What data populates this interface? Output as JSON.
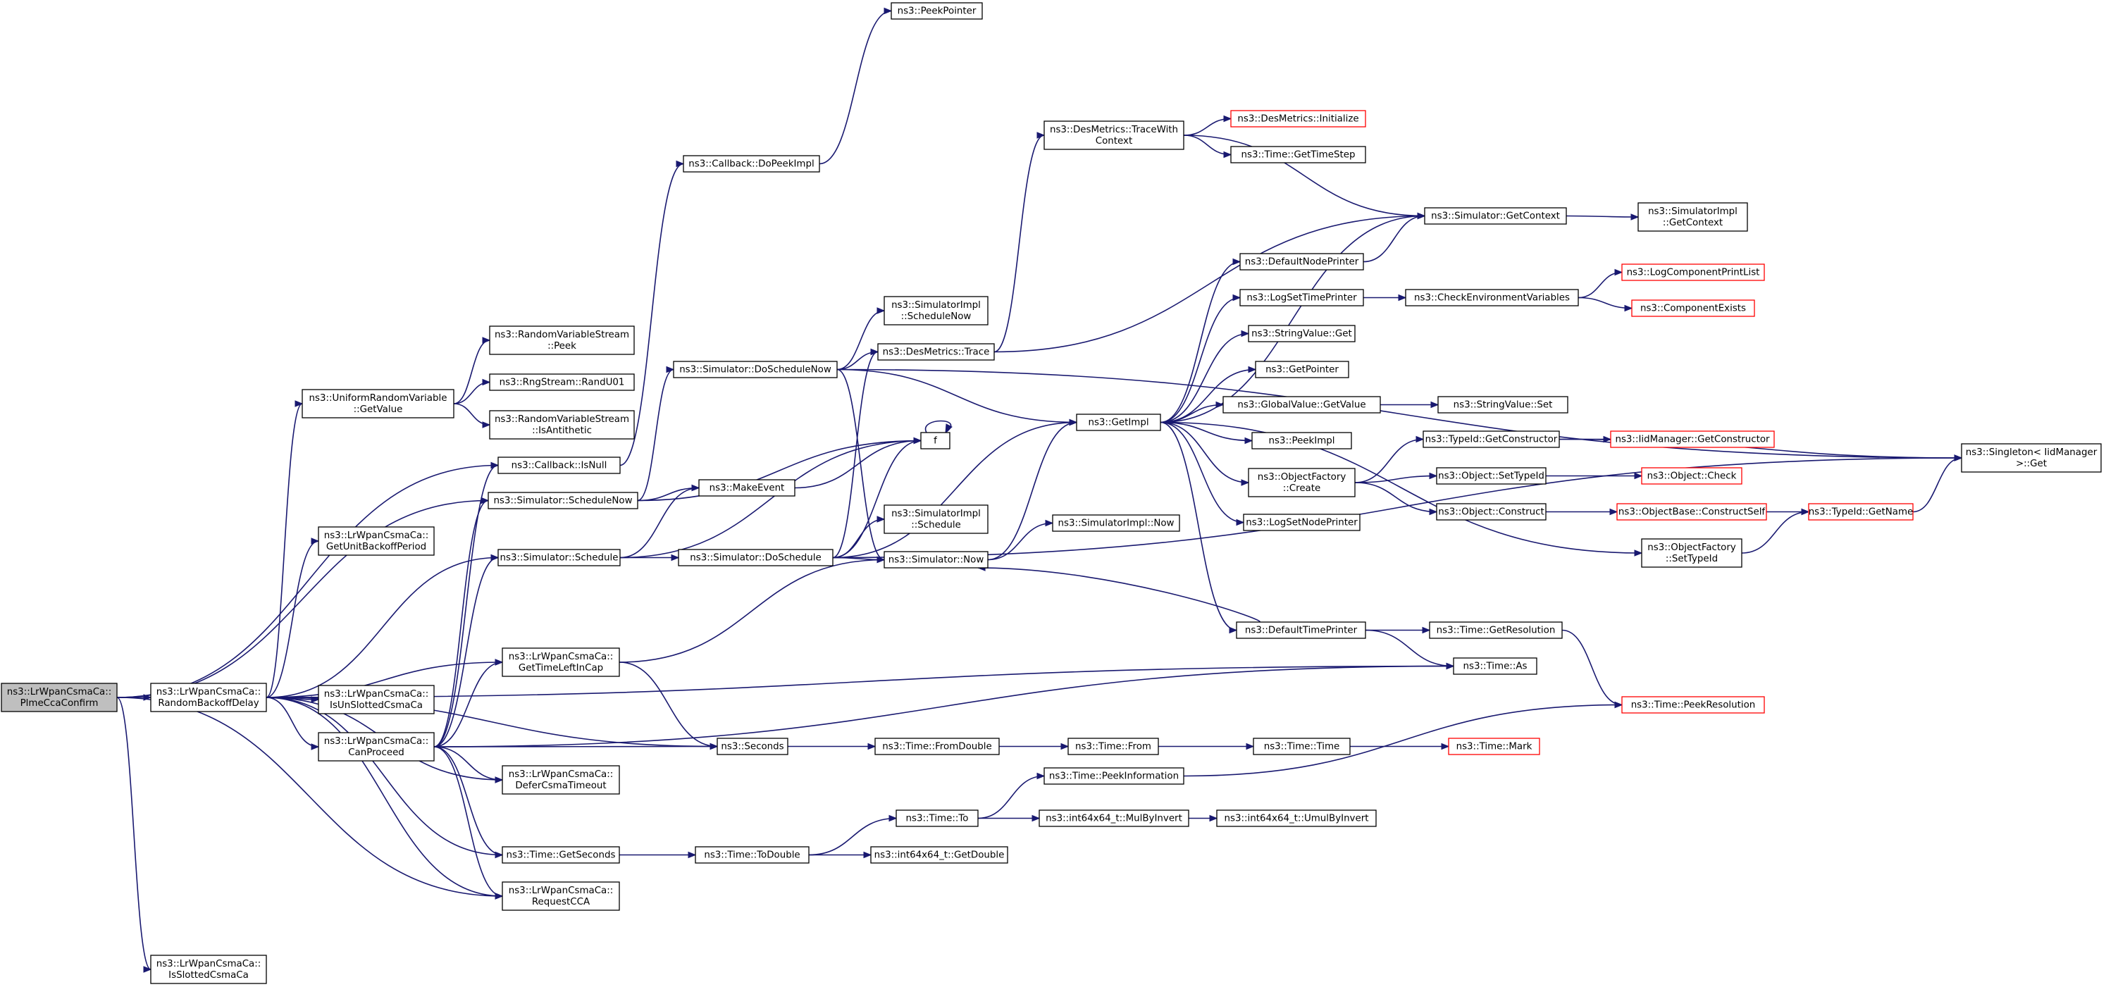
{
  "diagram": {
    "type": "call-graph",
    "colors": {
      "edge": "#191970",
      "node_border": "#000000",
      "truncated_border": "#ff0000",
      "root_fill": "#bfbfbf",
      "background": "#ffffff"
    },
    "nodes": {
      "n0": {
        "lines": [
          "ns3::LrWpanCsmaCa::",
          "PlmeCcaConfirm"
        ],
        "root": true
      },
      "n1": {
        "lines": [
          "ns3::LrWpanCsmaCa::",
          "RandomBackoffDelay"
        ]
      },
      "n2": {
        "lines": [
          "ns3::LrWpanCsmaCa::",
          "IsSlottedCsmaCa"
        ]
      },
      "n3": {
        "lines": [
          "ns3::UniformRandomVariable",
          "::GetValue"
        ]
      },
      "n4": {
        "lines": [
          "ns3::RandomVariableStream",
          "::Peek"
        ]
      },
      "n5": {
        "lines": [
          "ns3::RngStream::RandU01"
        ]
      },
      "n6": {
        "lines": [
          "ns3::RandomVariableStream",
          "::IsAntithetic"
        ]
      },
      "n7": {
        "lines": [
          "ns3::Callback::IsNull"
        ]
      },
      "n8": {
        "lines": [
          "ns3::Callback::DoPeekImpl"
        ]
      },
      "n9": {
        "lines": [
          "ns3::PeekPointer"
        ]
      },
      "n10": {
        "lines": [
          "ns3::Simulator::ScheduleNow"
        ]
      },
      "n11": {
        "lines": [
          "ns3::Simulator::DoScheduleNow"
        ]
      },
      "n12": {
        "lines": [
          "ns3::SimulatorImpl",
          "::ScheduleNow"
        ]
      },
      "n13": {
        "lines": [
          "ns3::DesMetrics::Trace"
        ]
      },
      "n14": {
        "lines": [
          "ns3::DesMetrics::TraceWith",
          "Context"
        ]
      },
      "n15": {
        "lines": [
          "ns3::DesMetrics::Initialize"
        ],
        "truncated": true
      },
      "n16": {
        "lines": [
          "ns3::Time::GetTimeStep"
        ]
      },
      "n17": {
        "lines": [
          "ns3::Simulator::GetContext"
        ]
      },
      "n18": {
        "lines": [
          "ns3::SimulatorImpl",
          "::GetContext"
        ]
      },
      "n19": {
        "lines": [
          "ns3::GetImpl"
        ]
      },
      "n20": {
        "lines": [
          "ns3::DefaultNodePrinter"
        ]
      },
      "n21": {
        "lines": [
          "ns3::LogSetTimePrinter"
        ]
      },
      "n22": {
        "lines": [
          "ns3::CheckEnvironmentVariables"
        ]
      },
      "n23": {
        "lines": [
          "ns3::LogComponentPrintList"
        ],
        "truncated": true
      },
      "n24": {
        "lines": [
          "ns3::ComponentExists"
        ],
        "truncated": true
      },
      "n25": {
        "lines": [
          "ns3::StringValue::Get"
        ]
      },
      "n26": {
        "lines": [
          "ns3::GetPointer"
        ]
      },
      "n27": {
        "lines": [
          "ns3::GlobalValue::GetValue"
        ]
      },
      "n28": {
        "lines": [
          "ns3::StringValue::Set"
        ]
      },
      "n29": {
        "lines": [
          "ns3::PeekImpl"
        ]
      },
      "n30": {
        "lines": [
          "ns3::ObjectFactory",
          "::Create"
        ]
      },
      "n31": {
        "lines": [
          "ns3::TypeId::GetConstructor"
        ]
      },
      "n32": {
        "lines": [
          "ns3::IidManager::GetConstructor"
        ],
        "truncated": true
      },
      "n33": {
        "lines": [
          "ns3::Singleton< IidManager",
          ">::Get"
        ]
      },
      "n34": {
        "lines": [
          "ns3::Object::SetTypeId"
        ]
      },
      "n35": {
        "lines": [
          "ns3::Object::Check"
        ],
        "truncated": true
      },
      "n36": {
        "lines": [
          "ns3::Object::Construct"
        ]
      },
      "n37": {
        "lines": [
          "ns3::ObjectBase::ConstructSelf"
        ],
        "truncated": true
      },
      "n38": {
        "lines": [
          "ns3::TypeId::GetName"
        ],
        "truncated": true
      },
      "n39": {
        "lines": [
          "ns3::LogSetNodePrinter"
        ]
      },
      "n40": {
        "lines": [
          "ns3::ObjectFactory",
          "::SetTypeId"
        ]
      },
      "n41": {
        "lines": [
          "f"
        ]
      },
      "n42": {
        "lines": [
          "ns3::MakeEvent"
        ]
      },
      "n43": {
        "lines": [
          "ns3::LrWpanCsmaCa::",
          "GetUnitBackoffPeriod"
        ]
      },
      "n44": {
        "lines": [
          "ns3::Simulator::Schedule"
        ]
      },
      "n45": {
        "lines": [
          "ns3::Simulator::DoSchedule"
        ]
      },
      "n46": {
        "lines": [
          "ns3::SimulatorImpl",
          "::Schedule"
        ]
      },
      "n47": {
        "lines": [
          "ns3::Simulator::Now"
        ]
      },
      "n48": {
        "lines": [
          "ns3::SimulatorImpl::Now"
        ]
      },
      "n49": {
        "lines": [
          "ns3::DefaultTimePrinter"
        ]
      },
      "n50": {
        "lines": [
          "ns3::Time::GetResolution"
        ]
      },
      "n51": {
        "lines": [
          "ns3::Time::As"
        ]
      },
      "n52": {
        "lines": [
          "ns3::Time::PeekResolution"
        ],
        "truncated": true
      },
      "n53": {
        "lines": [
          "ns3::LrWpanCsmaCa::",
          "GetTimeLeftInCap"
        ]
      },
      "n54": {
        "lines": [
          "ns3::LrWpanCsmaCa::",
          "IsUnSlottedCsmaCa"
        ]
      },
      "n55": {
        "lines": [
          "ns3::LrWpanCsmaCa::",
          "CanProceed"
        ]
      },
      "n56": {
        "lines": [
          "ns3::Seconds"
        ]
      },
      "n57": {
        "lines": [
          "ns3::Time::FromDouble"
        ]
      },
      "n58": {
        "lines": [
          "ns3::Time::From"
        ]
      },
      "n59": {
        "lines": [
          "ns3::Time::Time"
        ]
      },
      "n60": {
        "lines": [
          "ns3::Time::Mark"
        ],
        "truncated": true
      },
      "n61": {
        "lines": [
          "ns3::LrWpanCsmaCa::",
          "DeferCsmaTimeout"
        ]
      },
      "n62": {
        "lines": [
          "ns3::Time::PeekInformation"
        ]
      },
      "n63": {
        "lines": [
          "ns3::Time::To"
        ]
      },
      "n64": {
        "lines": [
          "ns3::int64x64_t::MulByInvert"
        ]
      },
      "n65": {
        "lines": [
          "ns3::int64x64_t::UmulByInvert"
        ]
      },
      "n66": {
        "lines": [
          "ns3::Time::GetSeconds"
        ]
      },
      "n67": {
        "lines": [
          "ns3::Time::ToDouble"
        ]
      },
      "n68": {
        "lines": [
          "ns3::int64x64_t::GetDouble"
        ]
      },
      "n69": {
        "lines": [
          "ns3::LrWpanCsmaCa::",
          "RequestCCA"
        ]
      }
    },
    "edges": [
      [
        "n0",
        "n1"
      ],
      [
        "n0",
        "n2"
      ],
      [
        "n0",
        "n7"
      ],
      [
        "n0",
        "n10"
      ],
      [
        "n0",
        "n69"
      ],
      [
        "n1",
        "n3"
      ],
      [
        "n1",
        "n43"
      ],
      [
        "n1",
        "n44"
      ],
      [
        "n1",
        "n53"
      ],
      [
        "n1",
        "n54"
      ],
      [
        "n1",
        "n55"
      ],
      [
        "n1",
        "n56"
      ],
      [
        "n1",
        "n61"
      ],
      [
        "n1",
        "n66"
      ],
      [
        "n1",
        "n69"
      ],
      [
        "n1",
        "n51"
      ],
      [
        "n3",
        "n4"
      ],
      [
        "n3",
        "n5"
      ],
      [
        "n3",
        "n6"
      ],
      [
        "n7",
        "n8"
      ],
      [
        "n8",
        "n9"
      ],
      [
        "n10",
        "n11"
      ],
      [
        "n10",
        "n41"
      ],
      [
        "n10",
        "n42"
      ],
      [
        "n11",
        "n12"
      ],
      [
        "n11",
        "n13"
      ],
      [
        "n11",
        "n19"
      ],
      [
        "n11",
        "n33"
      ],
      [
        "n11",
        "n47"
      ],
      [
        "n13",
        "n14"
      ],
      [
        "n13",
        "n17"
      ],
      [
        "n14",
        "n15"
      ],
      [
        "n14",
        "n16"
      ],
      [
        "n14",
        "n17"
      ],
      [
        "n17",
        "n18"
      ],
      [
        "n19",
        "n17"
      ],
      [
        "n19",
        "n20"
      ],
      [
        "n19",
        "n21"
      ],
      [
        "n19",
        "n25"
      ],
      [
        "n19",
        "n26"
      ],
      [
        "n19",
        "n27"
      ],
      [
        "n19",
        "n29"
      ],
      [
        "n19",
        "n30"
      ],
      [
        "n19",
        "n39"
      ],
      [
        "n19",
        "n40"
      ],
      [
        "n19",
        "n49"
      ],
      [
        "n20",
        "n17"
      ],
      [
        "n21",
        "n22"
      ],
      [
        "n22",
        "n23"
      ],
      [
        "n22",
        "n24"
      ],
      [
        "n27",
        "n28"
      ],
      [
        "n30",
        "n31"
      ],
      [
        "n30",
        "n34"
      ],
      [
        "n30",
        "n36"
      ],
      [
        "n31",
        "n32"
      ],
      [
        "n31",
        "n33"
      ],
      [
        "n34",
        "n35"
      ],
      [
        "n36",
        "n37"
      ],
      [
        "n37",
        "n38"
      ],
      [
        "n38",
        "n33"
      ],
      [
        "n40",
        "n38"
      ],
      [
        "n41",
        "n41"
      ],
      [
        "n42",
        "n41"
      ],
      [
        "n44",
        "n42"
      ],
      [
        "n44",
        "n45"
      ],
      [
        "n44",
        "n41"
      ],
      [
        "n45",
        "n46"
      ],
      [
        "n45",
        "n47"
      ],
      [
        "n45",
        "n13"
      ],
      [
        "n45",
        "n19"
      ],
      [
        "n45",
        "n41"
      ],
      [
        "n45",
        "n33"
      ],
      [
        "n47",
        "n48"
      ],
      [
        "n47",
        "n19"
      ],
      [
        "n49",
        "n47"
      ],
      [
        "n49",
        "n50"
      ],
      [
        "n49",
        "n51"
      ],
      [
        "n50",
        "n52"
      ],
      [
        "n53",
        "n56"
      ],
      [
        "n53",
        "n47"
      ],
      [
        "n55",
        "n7"
      ],
      [
        "n55",
        "n10"
      ],
      [
        "n55",
        "n44"
      ],
      [
        "n55",
        "n53"
      ],
      [
        "n55",
        "n56"
      ],
      [
        "n55",
        "n61"
      ],
      [
        "n55",
        "n66"
      ],
      [
        "n55",
        "n69"
      ],
      [
        "n55",
        "n51"
      ],
      [
        "n56",
        "n57"
      ],
      [
        "n57",
        "n58"
      ],
      [
        "n58",
        "n59"
      ],
      [
        "n59",
        "n60"
      ],
      [
        "n62",
        "n52"
      ],
      [
        "n63",
        "n62"
      ],
      [
        "n63",
        "n64"
      ],
      [
        "n64",
        "n65"
      ],
      [
        "n66",
        "n67"
      ],
      [
        "n67",
        "n63"
      ],
      [
        "n67",
        "n68"
      ]
    ]
  }
}
